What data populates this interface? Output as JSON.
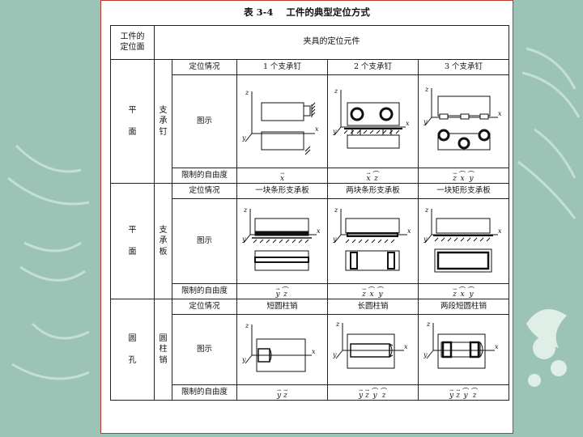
{
  "table": {
    "number": "表 3-4",
    "title": "工件的典型定位方式",
    "header": {
      "col1": "工件的\n定位面",
      "col2": "夹具的定位元件"
    },
    "labels": {
      "situation": "定位情况",
      "illustration": "图示",
      "freedom": "限制的自由度"
    },
    "groups": [
      {
        "surface": "平\n\n面",
        "element": "支\n承\n钉",
        "situations": [
          "1 个支承钉",
          "2 个支承钉",
          "3 个支承钉"
        ],
        "freedoms": [
          [
            {
              "axis": "x",
              "mark": "→"
            }
          ],
          [
            {
              "axis": "x",
              "mark": "→"
            },
            {
              "axis": "z",
              "mark": "⌒"
            }
          ],
          [
            {
              "axis": "z",
              "mark": "→"
            },
            {
              "axis": "x",
              "mark": "⌒"
            },
            {
              "axis": "y",
              "mark": "⌒"
            }
          ]
        ]
      },
      {
        "surface": "平\n\n面",
        "element": "支\n承\n板",
        "situations": [
          "一块条形支承板",
          "两块条形支承板",
          "一块矩形支承板"
        ],
        "freedoms": [
          [
            {
              "axis": "y",
              "mark": "→"
            },
            {
              "axis": "z",
              "mark": "⌒"
            }
          ],
          [
            {
              "axis": "z",
              "mark": "→"
            },
            {
              "axis": "x",
              "mark": "⌒"
            },
            {
              "axis": "y",
              "mark": "⌒"
            }
          ],
          [
            {
              "axis": "z",
              "mark": "→"
            },
            {
              "axis": "x",
              "mark": "⌒"
            },
            {
              "axis": "y",
              "mark": "⌒"
            }
          ]
        ]
      },
      {
        "surface": "圆\n\n孔",
        "element": "圆\n柱\n销",
        "situations": [
          "短圆柱销",
          "长圆柱销",
          "两段短圆柱销"
        ],
        "freedoms": [
          [
            {
              "axis": "y",
              "mark": "→"
            },
            {
              "axis": "z",
              "mark": "→"
            }
          ],
          [
            {
              "axis": "y",
              "mark": "→"
            },
            {
              "axis": "z",
              "mark": "→"
            },
            {
              "axis": "y",
              "mark": "⌒"
            },
            {
              "axis": "z",
              "mark": "⌒"
            }
          ],
          [
            {
              "axis": "y",
              "mark": "→"
            },
            {
              "axis": "z",
              "mark": "→"
            },
            {
              "axis": "y",
              "mark": "⌒"
            },
            {
              "axis": "z",
              "mark": "⌒"
            }
          ]
        ]
      }
    ]
  }
}
